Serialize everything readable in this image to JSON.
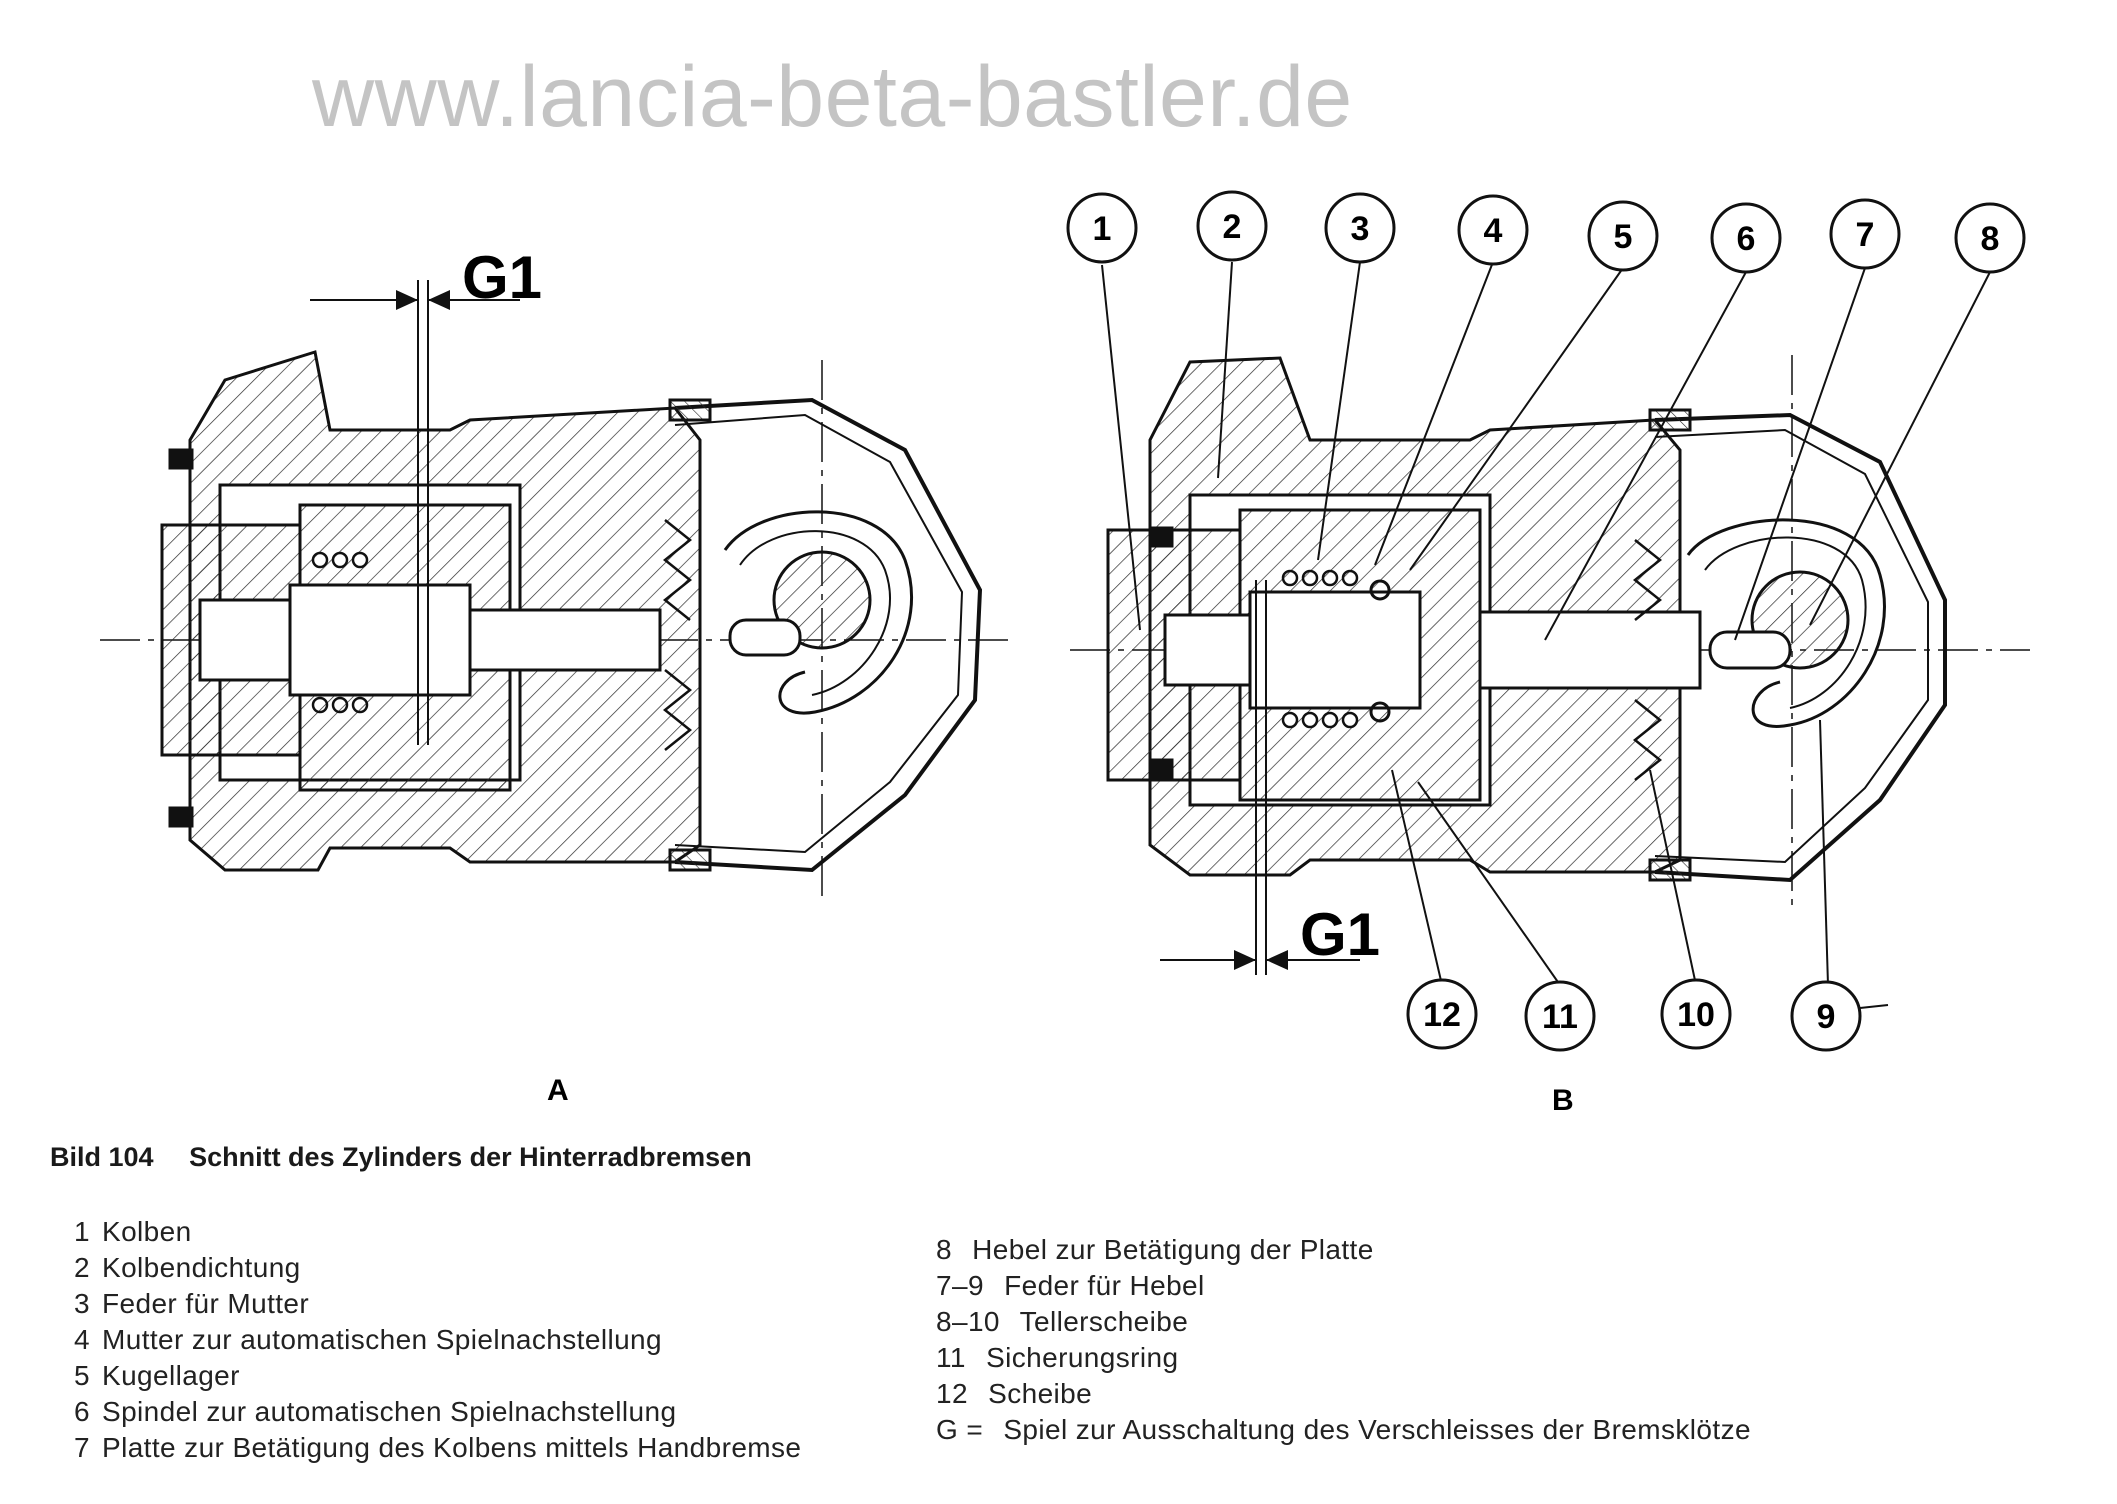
{
  "watermark": "www.lancia-beta-bastler.de",
  "figure": {
    "number": "Bild 104",
    "title": "Schnitt des Zylinders der Hinterradbremsen"
  },
  "views": {
    "a": {
      "label": "A",
      "gap_label": "G1"
    },
    "b": {
      "label": "B",
      "gap_label": "G1",
      "callouts_top": [
        "1",
        "2",
        "3",
        "4",
        "5",
        "6",
        "7",
        "8"
      ],
      "callouts_bottom": [
        "12",
        "11",
        "10",
        "9"
      ]
    }
  },
  "legend_left": [
    {
      "num": "1",
      "text": "Kolben"
    },
    {
      "num": "2",
      "text": "Kolbendichtung"
    },
    {
      "num": "3",
      "text": "Feder für Mutter"
    },
    {
      "num": "4",
      "text": "Mutter zur automatischen Spielnachstellung"
    },
    {
      "num": "5",
      "text": "Kugellager"
    },
    {
      "num": "6",
      "text": "Spindel zur automatischen Spielnachstellung"
    },
    {
      "num": "7",
      "text": "Platte zur Betätigung des Kolbens mittels Handbremse"
    }
  ],
  "legend_right": [
    {
      "num": "8",
      "text": "Hebel zur Betätigung der Platte"
    },
    {
      "num": "7–9",
      "text": "Feder für Hebel"
    },
    {
      "num": "8–10",
      "text": "Tellerscheibe"
    },
    {
      "num": "11",
      "text": "Sicherungsring"
    },
    {
      "num": "12",
      "text": "Scheibe"
    },
    {
      "num": "G =",
      "text": "Spiel zur Ausschaltung des Verschleisses der Bremsklötze"
    }
  ]
}
